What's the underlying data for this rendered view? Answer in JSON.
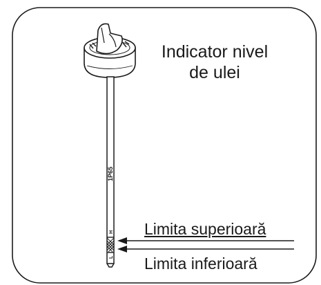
{
  "diagram": {
    "title_line1": "Indicator nivel",
    "title_line2": "de ulei",
    "upper_limit_label": "Limita superioară",
    "lower_limit_label": "Limita inferioară",
    "rod_marking": "1P65",
    "marker_upper": "H",
    "marker_lower": "L"
  },
  "colors": {
    "line": "#1a1a1a",
    "background": "#ffffff"
  }
}
